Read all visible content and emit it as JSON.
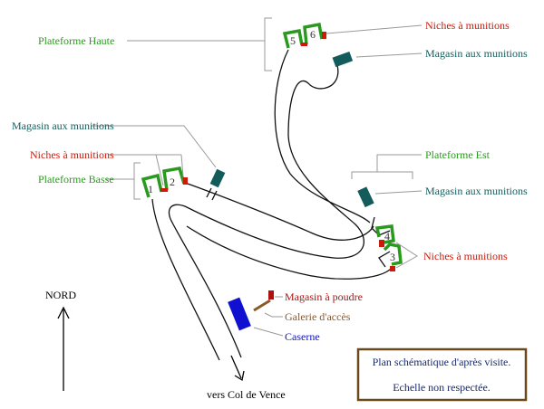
{
  "labels": {
    "plateforme_haute": "Plateforme Haute",
    "niches_haute": "Niches à munitions",
    "magasin_haute": "Magasin aux munitions",
    "magasin_basse": "Magasin aux munitions",
    "niches_basse": "Niches à munitions",
    "plateforme_basse": "Plateforme Basse",
    "plateforme_est": "Plateforme Est",
    "magasin_est": "Magasin aux munitions",
    "niches_est": "Niches à munitions",
    "magasin_poudre": "Magasin à poudre",
    "galerie": "Galerie d'accès",
    "caserne": "Caserne",
    "nord": "NORD",
    "vers_col": "vers Col de Vence"
  },
  "gun_numbers": [
    "1",
    "2",
    "3",
    "4",
    "5",
    "6"
  ],
  "legend": {
    "line1": "Plan schématique d'après visite.",
    "line2": "Echelle non respectée."
  },
  "colors": {
    "platform": "#2a9a1e",
    "niche": "#cc1a0a",
    "magasin": "#145c5c",
    "poudre": "#b01010",
    "galerie": "#8a5a2a",
    "caserne": "#1010d0",
    "legend_border": "#6b4a1a"
  }
}
